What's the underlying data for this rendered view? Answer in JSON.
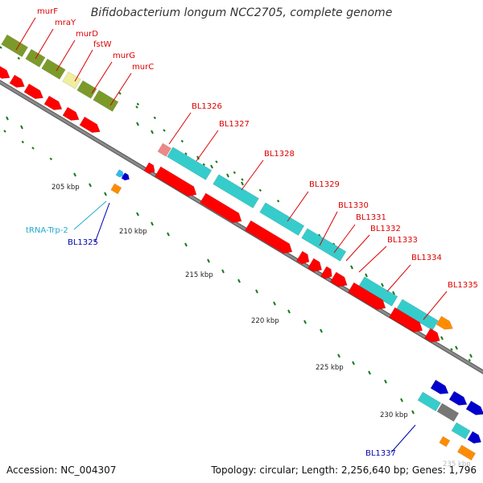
{
  "title": "Bifidobacterium longum NCC2705, complete genome",
  "footer": {
    "accession": "Accession: NC_004307",
    "summary": "Topology: circular; Length: 2,256,640 bp; Genes: 1,796"
  },
  "colors": {
    "backbone": "#8a8a8a",
    "tick": "#1a7a1a",
    "cds_forward": "#ff0000",
    "cds_strand2": "#36cccc",
    "cds_olive": "#7c9a2a",
    "cds_pale": "#eeeea0",
    "cds_orange": "#ff8c00",
    "cds_blue": "#0000cc",
    "cds_grey": "#777777",
    "trna": "#33bbee",
    "label_red": "#dd0000",
    "label_cyan": "#22aacc",
    "label_blue": "#0000aa"
  },
  "scale_labels": [
    "205 kbp",
    "210 kbp",
    "215 kbp",
    "220 kbp",
    "225 kbp",
    "230 kbp",
    "235 kbp"
  ],
  "gene_labels": {
    "murF": "murF",
    "mraY": "mraY",
    "murD": "murD",
    "fstW": "fstW",
    "murG": "murG",
    "murC": "murC",
    "BL1326": "BL1326",
    "BL1327": "BL1327",
    "BL1328": "BL1328",
    "BL1329": "BL1329",
    "BL1330": "BL1330",
    "BL1331": "BL1331",
    "BL1332": "BL1332",
    "BL1333": "BL1333",
    "BL1334": "BL1334",
    "BL1335": "BL1335",
    "tRNA_Trp_2": "tRNA-Trp-2",
    "BL1325": "BL1325",
    "BL1337": "BL1337"
  }
}
